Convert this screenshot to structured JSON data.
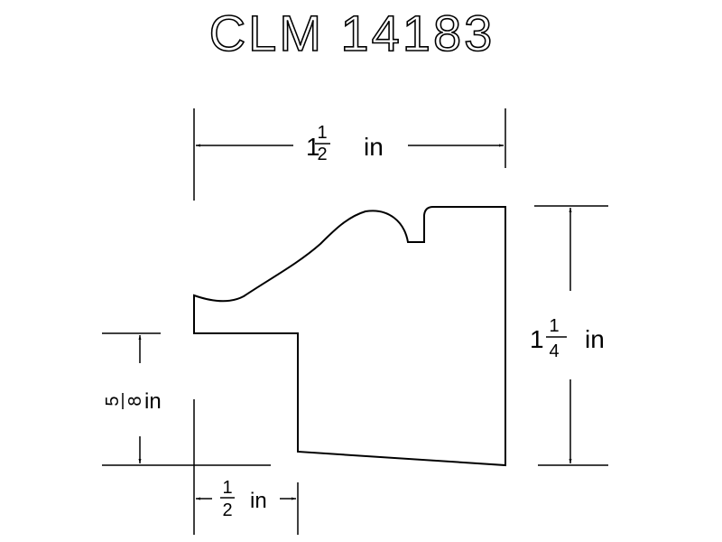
{
  "title": "CLM 14183",
  "dimensions": {
    "width": {
      "whole": "1",
      "num": "1",
      "den": "2",
      "unit": "in"
    },
    "height": {
      "whole": "1",
      "num": "1",
      "den": "4",
      "unit": "in"
    },
    "rabbet_height": {
      "whole": "",
      "num": "5",
      "den": "8",
      "unit": "in"
    },
    "rabbet_width": {
      "whole": "",
      "num": "1",
      "den": "2",
      "unit": "in"
    }
  },
  "colors": {
    "line": "#000000",
    "background": "#ffffff"
  }
}
